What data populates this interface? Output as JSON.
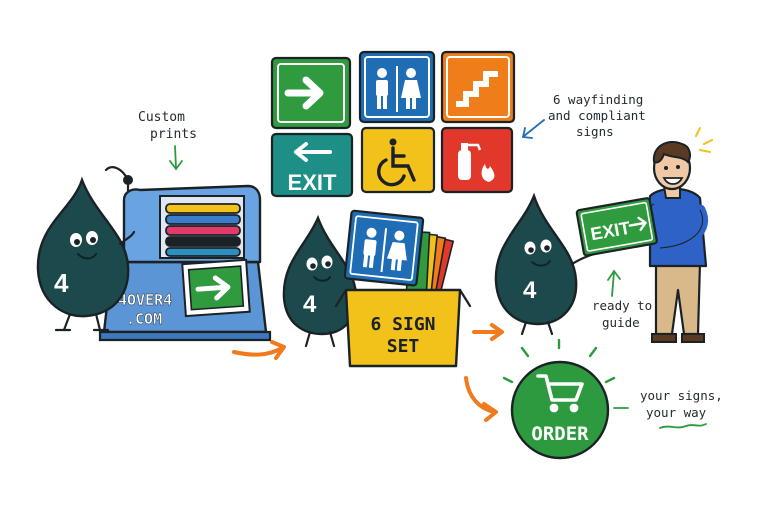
{
  "annotations": {
    "custom_prints_line1": "Custom",
    "custom_prints_line2": "prints",
    "wayfinding_line1": "6 wayfinding",
    "wayfinding_line2": "and compliant",
    "wayfinding_line3": "signs",
    "ready_line1": "ready to",
    "ready_line2": "guide",
    "your_signs_line1": "your signs,",
    "your_signs_line2": "your way"
  },
  "press": {
    "brand_line1": "4OVER4",
    "brand_line2": ".COM"
  },
  "mascot": {
    "number": "4"
  },
  "box": {
    "label_line1": "6 SIGN",
    "label_line2": "SET"
  },
  "signs": {
    "exit_label": "EXIT",
    "held_exit_label": "EXIT"
  },
  "order_button": {
    "label": "ORDER"
  },
  "colors": {
    "sign_green": "#2f9a3e",
    "sign_blue": "#1f6db5",
    "sign_orange": "#ef7d1a",
    "sign_teal": "#1d8f86",
    "sign_yellow": "#f2c21b",
    "sign_red": "#e2382b",
    "mascot": "#1c4a4c",
    "arrow_orange": "#f07a1c",
    "order_green": "#2e9a3f"
  },
  "icons": [
    "arrow-right-icon",
    "restroom-icon",
    "stairs-icon",
    "exit-arrow-left-icon",
    "wheelchair-icon",
    "fire-extinguisher-icon",
    "cart-icon"
  ]
}
